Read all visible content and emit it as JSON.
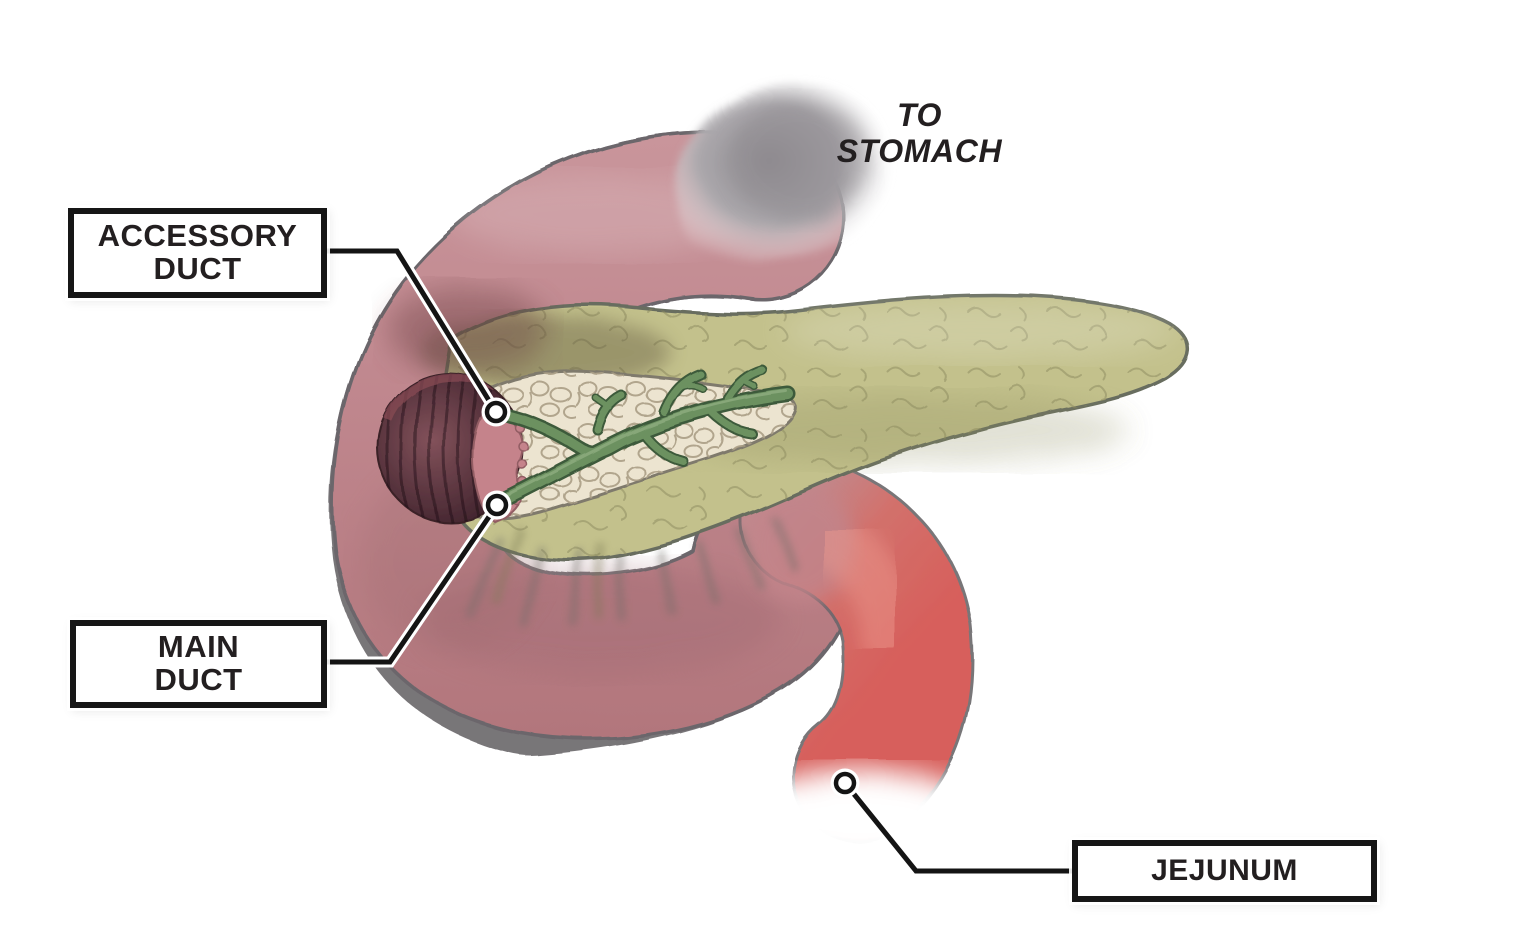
{
  "annotations": {
    "to_stomach": {
      "line1": "TO",
      "line2": "STOMACH"
    },
    "accessory_duct": {
      "line1": "ACCESSORY",
      "line2": "DUCT"
    },
    "main_duct": {
      "line1": "MAIN",
      "line2": "DUCT"
    },
    "jejunum": {
      "label": "JEJUNUM"
    }
  },
  "colors": {
    "background": "#ffffff",
    "duodenum_pink": "#c18a90",
    "jejunum_red": "#d4625e",
    "stomach_gray": "#97939a",
    "pancreas_olive": "#c3c18c",
    "pancreas_cut_surface_cream": "#ece4d0",
    "duct_green": "#6c9161",
    "duodenum_lumen_maroon": "#4a2a32",
    "papilla_pink": "#c5838b",
    "label_border": "#161616",
    "label_text": "#231f20",
    "leader_line": "#141414"
  }
}
